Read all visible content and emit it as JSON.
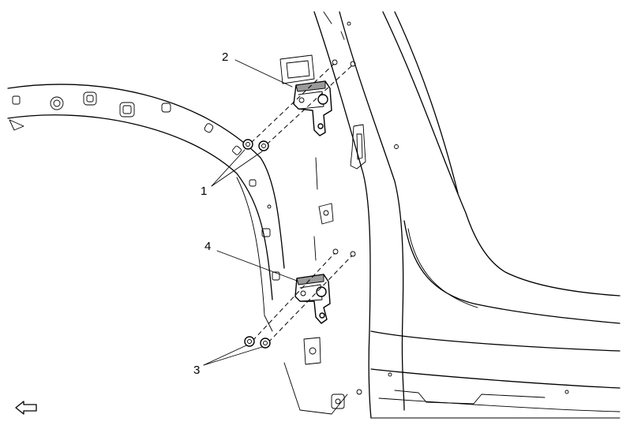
{
  "callouts": {
    "c1": "1",
    "c2": "2",
    "c3": "3",
    "c4": "4"
  },
  "icons": {
    "view_direction": "arrow-left-icon"
  }
}
